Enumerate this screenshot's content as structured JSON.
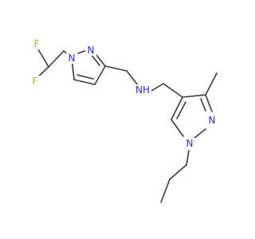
{
  "structure": {
    "atoms": {
      "f_top": {
        "symbol": "F",
        "color": "#90c040"
      },
      "f_bottom": {
        "symbol": "F",
        "color": "#90c040"
      },
      "n_ring_a_1": {
        "symbol": "N",
        "color": "#2f2fd0"
      },
      "n_ring_a_2": {
        "symbol": "N",
        "color": "#2f2fd0"
      },
      "nh_amine": {
        "symbol": "NH",
        "color": "#2f2fd0"
      },
      "n_ring_b_1": {
        "symbol": "N",
        "color": "#2f2fd0"
      },
      "n_ring_b_2": {
        "symbol": "N",
        "color": "#2f2fd0"
      }
    },
    "bond_color": "#3a3a3a"
  }
}
